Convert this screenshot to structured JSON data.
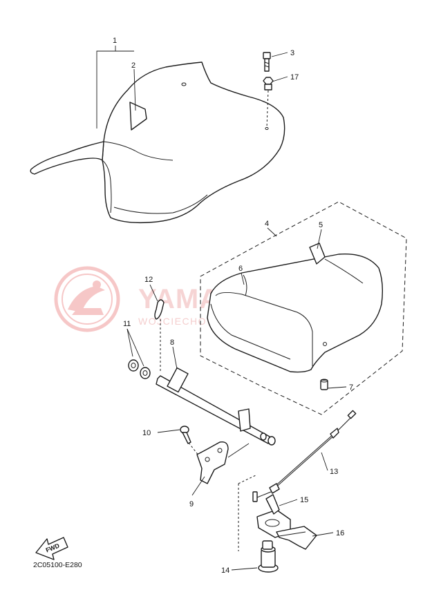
{
  "diagram_code": "2C05100-E280",
  "watermark": {
    "title": "YAMASKLEP.PL",
    "subtitle": "WOJCIECHOWICZ | DEALER YAMAHA",
    "color": "#e88a8a"
  },
  "fwd_label": "FWD",
  "callouts": {
    "c1": "1",
    "c2": "2",
    "c3": "3",
    "c4": "4",
    "c5": "5",
    "c6": "6",
    "c7": "7",
    "c8": "8",
    "c9": "9",
    "c10": "10",
    "c11": "11",
    "c12": "12",
    "c13": "13",
    "c14": "14",
    "c15": "15",
    "c16": "16",
    "c17": "17"
  }
}
